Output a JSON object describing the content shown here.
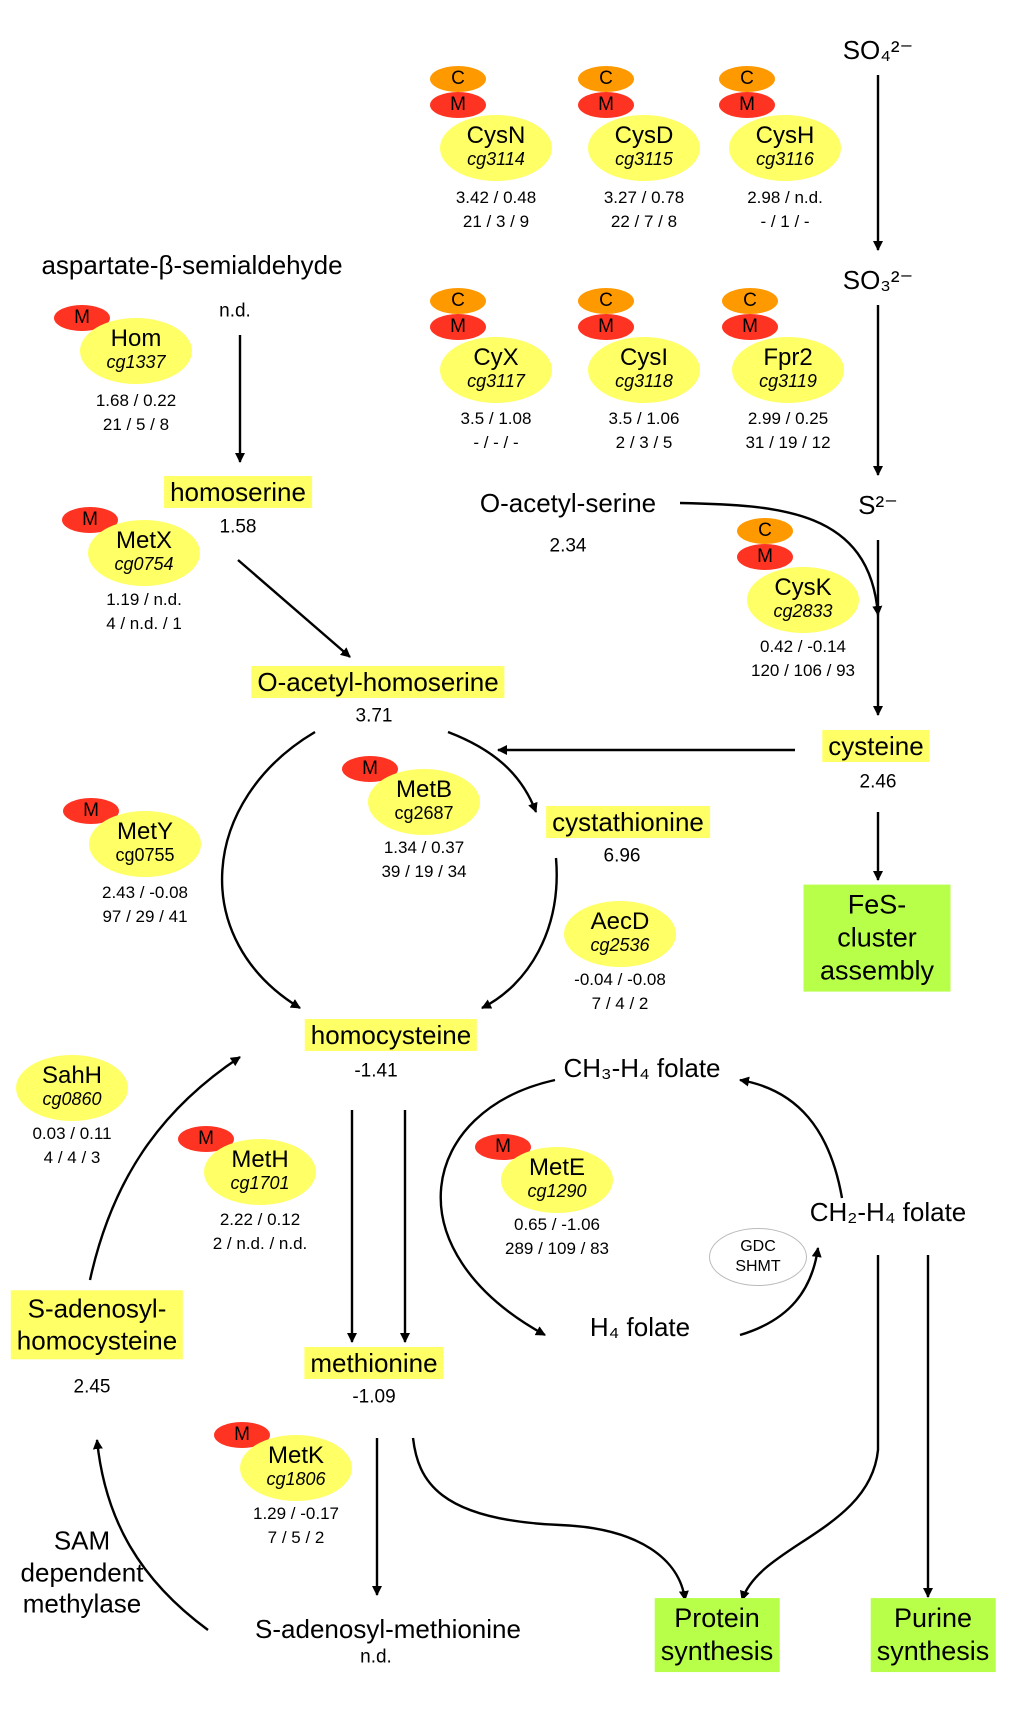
{
  "metabolites": {
    "so4": "SO₄²⁻",
    "so3": "SO₃²⁻",
    "s2": "S²⁻",
    "asa": "aspartate-β-semialdehyde",
    "asa_value": "n.d.",
    "homoserine": "homoserine",
    "homoserine_value": "1.58",
    "oas": "O-acetyl-serine",
    "oas_value": "2.34",
    "oah": "O-acetyl-homoserine",
    "oah_value": "3.71",
    "cysteine": "cysteine",
    "cysteine_value": "2.46",
    "cystathionine": "cystathionine",
    "cystathionine_value": "6.96",
    "homocysteine": "homocysteine",
    "homocysteine_value": "-1.41",
    "ch3_folate": "CH₃-H₄ folate",
    "ch2_folate": "CH₂-H₄ folate",
    "h4_folate": "H₄ folate",
    "sah": "S-adenosyl-\nhomocysteine",
    "sah_value": "2.45",
    "methionine": "methionine",
    "methionine_value": "-1.09",
    "sam": "S-adenosyl-methionine",
    "sam_value": "n.d.",
    "sam_methylase": "SAM\ndependent\nmethylase"
  },
  "sinks": {
    "fes": "FeS-cluster\nassembly",
    "protein": "Protein\nsynthesis",
    "purine": "Purine\nsynthesis"
  },
  "gdc_shmt": {
    "line1": "GDC",
    "line2": "SHMT"
  },
  "enzymes": {
    "cysn": {
      "name": "CysN",
      "gene": "cg3114",
      "badges": [
        "C",
        "M"
      ],
      "line1": "3.42 / 0.48",
      "line2": "21 / 3 / 9"
    },
    "cysd": {
      "name": "CysD",
      "gene": "cg3115",
      "badges": [
        "C",
        "M"
      ],
      "line1": "3.27 / 0.78",
      "line2": "22 / 7 / 8"
    },
    "cysh": {
      "name": "CysH",
      "gene": "cg3116",
      "badges": [
        "C",
        "M"
      ],
      "line1": "2.98 / n.d.",
      "line2": "- / 1 / -"
    },
    "cyx": {
      "name": "CyX",
      "gene": "cg3117",
      "badges": [
        "C",
        "M"
      ],
      "line1": "3.5 / 1.08",
      "line2": "- / - / -"
    },
    "cysi": {
      "name": "CysI",
      "gene": "cg3118",
      "badges": [
        "C",
        "M"
      ],
      "line1": "3.5 / 1.06",
      "line2": "2 / 3 / 5"
    },
    "fpr2": {
      "name": "Fpr2",
      "gene": "cg3119",
      "badges": [
        "C",
        "M"
      ],
      "line1": "2.99 / 0.25",
      "line2": "31 / 19 / 12"
    },
    "hom": {
      "name": "Hom",
      "gene": "cg1337",
      "badges": [
        "M"
      ],
      "line1": "1.68 / 0.22",
      "line2": "21 / 5 / 8"
    },
    "metx": {
      "name": "MetX",
      "gene": "cg0754",
      "badges": [
        "M"
      ],
      "line1": "1.19 / n.d.",
      "line2": "4 / n.d. / 1"
    },
    "cysk": {
      "name": "CysK",
      "gene": "cg2833",
      "badges": [
        "C",
        "M"
      ],
      "line1": "0.42 / -0.14",
      "line2": "120 / 106 / 93"
    },
    "metb": {
      "name": "MetB",
      "gene": "cg2687",
      "badges": [
        "M"
      ],
      "line1": "1.34 / 0.37",
      "line2": "39 / 19 / 34"
    },
    "mety": {
      "name": "MetY",
      "gene": "cg0755",
      "badges": [
        "M"
      ],
      "line1": "2.43 / -0.08",
      "line2": "97 / 29 / 41"
    },
    "aecd": {
      "name": "AecD",
      "gene": "cg2536",
      "badges": [],
      "line1": "-0.04 / -0.08",
      "line2": "7 / 4 / 2"
    },
    "sahh": {
      "name": "SahH",
      "gene": "cg0860",
      "badges": [],
      "line1": "0.03 / 0.11",
      "line2": "4 / 4 / 3"
    },
    "meth": {
      "name": "MetH",
      "gene": "cg1701",
      "badges": [
        "M"
      ],
      "line1": "2.22 / 0.12",
      "line2": "2 / n.d. / n.d."
    },
    "mete": {
      "name": "MetE",
      "gene": "cg1290",
      "badges": [
        "M"
      ],
      "line1": "0.65 / -1.06",
      "line2": "289 / 109 / 83"
    },
    "metk": {
      "name": "MetK",
      "gene": "cg1806",
      "badges": [
        "M"
      ],
      "line1": "1.29 / -0.17",
      "line2": "7 / 5 / 2"
    }
  },
  "colors": {
    "metabolite_highlight": "#ffff66",
    "enzyme_fill": "#ffff66",
    "badge_M": "#ff3322",
    "badge_C": "#ff9900",
    "sink_fill": "#b8ff4a",
    "arrow": "#000000"
  }
}
